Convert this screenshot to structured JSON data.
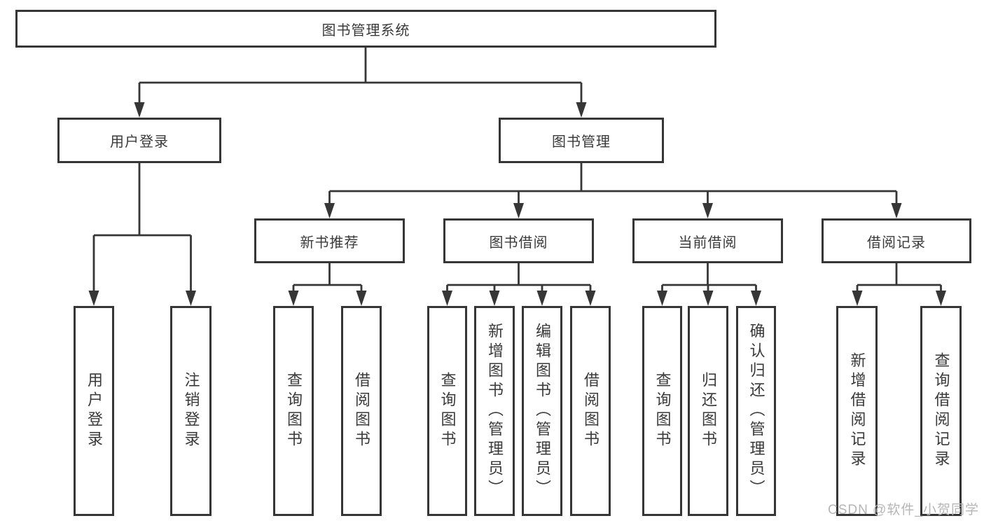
{
  "tree": {
    "label": "图书管理系统",
    "children": [
      {
        "label": "用户登录",
        "children": [
          {
            "label": "用户登录"
          },
          {
            "label": "注销登录"
          }
        ]
      },
      {
        "label": "图书管理",
        "children": [
          {
            "label": "新书推荐",
            "children": [
              {
                "label": "查询图书"
              },
              {
                "label": "借阅图书"
              }
            ]
          },
          {
            "label": "图书借阅",
            "children": [
              {
                "label": "查询图书"
              },
              {
                "label": "新增图书（管理员）"
              },
              {
                "label": "编辑图书（管理员）"
              },
              {
                "label": "借阅图书"
              }
            ]
          },
          {
            "label": "当前借阅",
            "children": [
              {
                "label": "查询图书"
              },
              {
                "label": "归还图书"
              },
              {
                "label": "确认归还（管理员）"
              }
            ]
          },
          {
            "label": "借阅记录",
            "children": [
              {
                "label": "新增借阅记录"
              },
              {
                "label": "查询借阅记录"
              }
            ]
          }
        ]
      }
    ]
  },
  "watermark": "CSDN @软件_小贺同学",
  "colors": {
    "line": "#363636",
    "border": "#363636",
    "text": "#3a3a3a",
    "watermark": "#b6b6b6"
  }
}
